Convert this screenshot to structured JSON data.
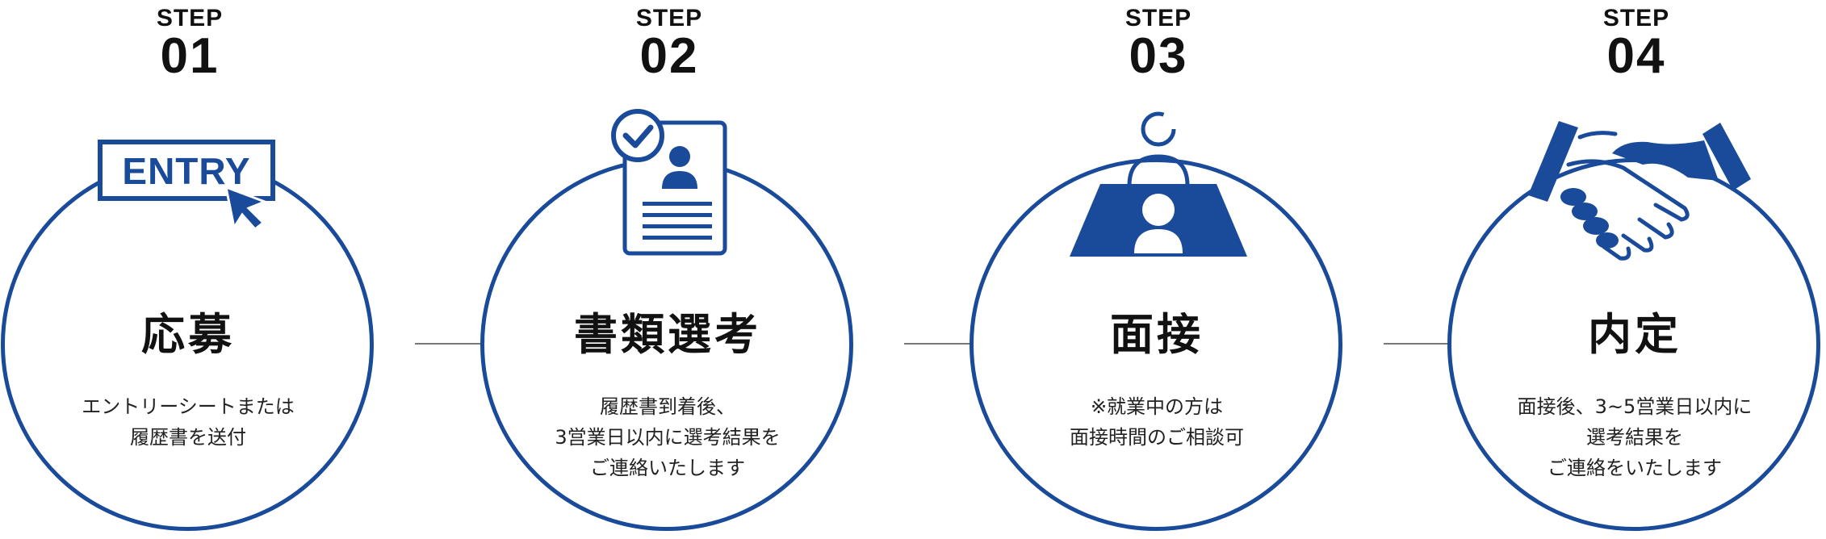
{
  "colors": {
    "accent": "#1a4a9a",
    "text": "#111111",
    "arrow": "#777777"
  },
  "steps": [
    {
      "label": "STEP",
      "number": "01",
      "title": "応募",
      "description": [
        "エントリーシートまたは",
        "履歴書を送付"
      ],
      "icon": "entry-cursor-icon",
      "icon_text": "ENTRY"
    },
    {
      "label": "STEP",
      "number": "02",
      "title": "書類選考",
      "description": [
        "履歴書到着後、",
        "3営業日以内に選考結果を",
        "ご連絡いたします"
      ],
      "icon": "resume-check-icon"
    },
    {
      "label": "STEP",
      "number": "03",
      "title": "面接",
      "description": [
        "※就業中の方は",
        "面接時間のご相談可"
      ],
      "icon": "interview-icon"
    },
    {
      "label": "STEP",
      "number": "04",
      "title": "内定",
      "description": [
        "面接後、3~5営業日以内に",
        "選考結果を",
        "ご連絡をいたします"
      ],
      "icon": "handshake-icon"
    }
  ]
}
